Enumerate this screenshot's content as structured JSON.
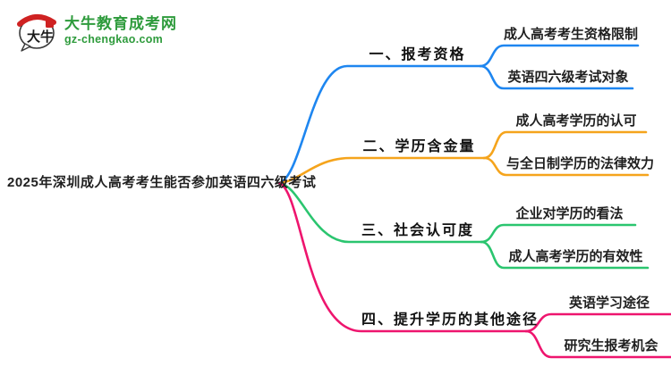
{
  "logo": {
    "icon_text": "大牛",
    "title": "大牛教育成考网",
    "url": "gz-chengkao.com"
  },
  "central_topic": "2025年深圳成人高考考生能否参加英语四六级考试",
  "colors": {
    "branch1_blue": "#1E86F0",
    "branch2_orange": "#F5A41C",
    "branch3_green": "#2BC56F",
    "branch4_pink": "#EE156E",
    "logo_green": "#2E9B3C",
    "text": "#1F1F1F"
  },
  "branches": [
    {
      "label": "一、报考资格",
      "color": "#1E86F0",
      "children": [
        {
          "label": "成人高考考生资格限制"
        },
        {
          "label": "英语四六级考试对象"
        }
      ]
    },
    {
      "label": "二、学历含金量",
      "color": "#F5A41C",
      "children": [
        {
          "label": "成人高考学历的认可"
        },
        {
          "label": "与全日制学历的法律效力"
        }
      ]
    },
    {
      "label": "三、社会认可度",
      "color": "#2BC56F",
      "children": [
        {
          "label": "企业对学历的看法"
        },
        {
          "label": "成人高考学历的有效性"
        }
      ]
    },
    {
      "label": "四、提升学历的其他途径",
      "color": "#EE156E",
      "children": [
        {
          "label": "英语学习途径"
        },
        {
          "label": "研究生报考机会"
        }
      ]
    }
  ]
}
